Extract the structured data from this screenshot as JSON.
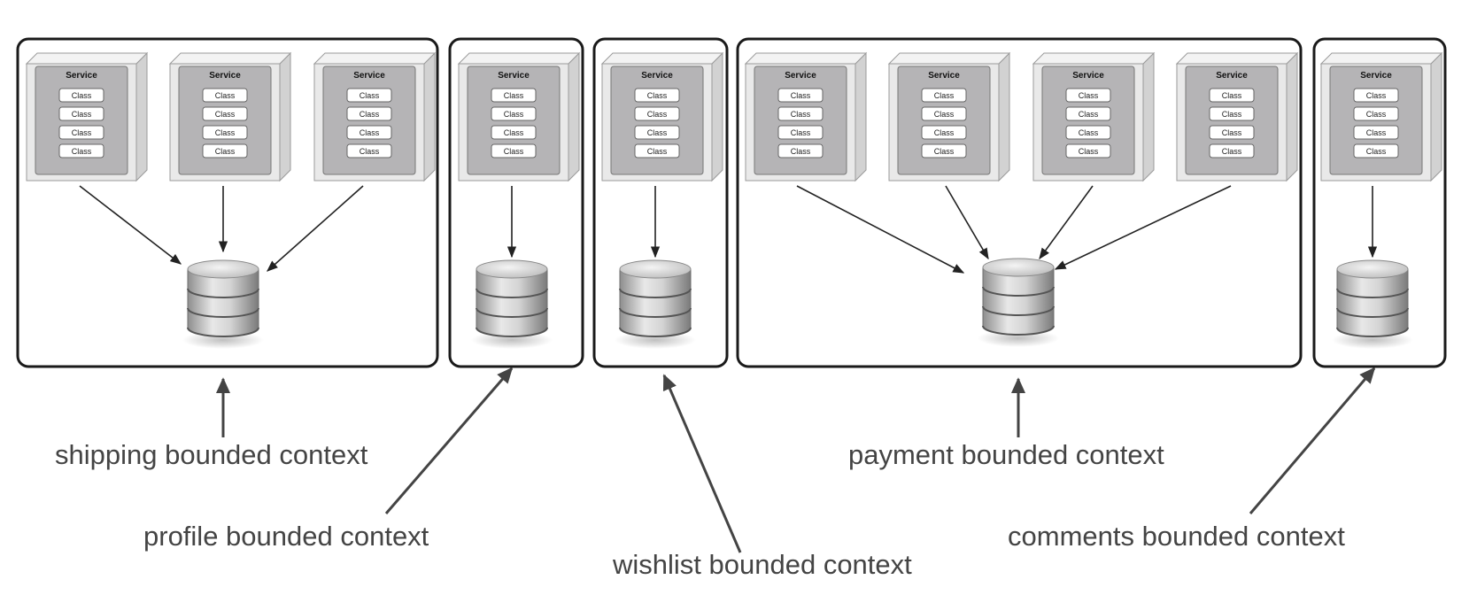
{
  "service": {
    "title": "Service",
    "class_labels": [
      "Class",
      "Class",
      "Class",
      "Class"
    ]
  },
  "contexts": [
    {
      "id": "shipping",
      "label": "shipping bounded context",
      "service_count": 3
    },
    {
      "id": "profile",
      "label": "profile bounded context",
      "service_count": 1
    },
    {
      "id": "wishlist",
      "label": "wishlist bounded context",
      "service_count": 1
    },
    {
      "id": "payment",
      "label": "payment bounded context",
      "service_count": 4
    },
    {
      "id": "comments",
      "label": "comments bounded context",
      "service_count": 1
    }
  ],
  "colors": {
    "frame": "#1a1a1a",
    "service_face": "#e9e9e9",
    "service_inner": "#b5b4b6",
    "class_box": "#ffffff",
    "arrow": "#222222",
    "label_arrow": "#444444",
    "label_text": "#444444"
  }
}
